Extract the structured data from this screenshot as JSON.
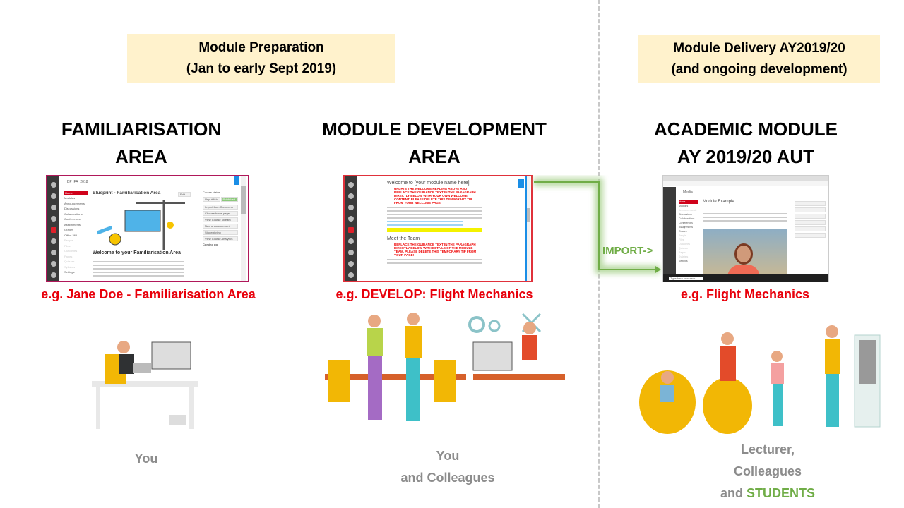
{
  "phases": {
    "preparation": {
      "line1": "Module Preparation",
      "line2": "(Jan to early Sept 2019)"
    },
    "delivery": {
      "line1": "Module Delivery AY2019/20",
      "line2": "(and ongoing development)"
    }
  },
  "columns": [
    {
      "heading1": "FAMILIARISATION",
      "heading2": "AREA",
      "caption": "e.g. Jane Doe - Familiarisation Area",
      "audience": [
        "You"
      ],
      "screenshot": {
        "course_code": "BP_FA_2018",
        "title": "Blueprint - Familiarisation Area",
        "welcome": "Welcome to your Familiarisation Area",
        "menu": [
          "Home",
          "Modules",
          "Announcements",
          "Discussions",
          "Collaborations",
          "Conferences",
          "Assignments",
          "Grades",
          "Office 365",
          "People",
          "Files",
          "Outcomes",
          "Pages",
          "Quizzes",
          "Syllabus",
          "Settings"
        ],
        "sidebar": [
          "Import from Commons",
          "Choose home page",
          "View Course Stream",
          "New announcement",
          "Student view",
          "View Course Analytics"
        ],
        "status_label": "Course status",
        "unpublish": "Unpublish",
        "published": "Published",
        "edit": "Edit",
        "coming_up": "Coming up"
      }
    },
    {
      "heading1": "MODULE DEVELOPMENT",
      "heading2": "AREA",
      "caption": "e.g. DEVELOP: Flight Mechanics",
      "audience": [
        "You",
        "and Colleagues"
      ],
      "screenshot": {
        "title": "Welcome to [your module name here]",
        "tip1": "UPDATE THE WELCOME HEADING ABOVE AND REPLACE THE GUIDANCE TEXT IN THE PARAGRAPH DIRECTLY BELOW WITH YOUR OWN WELCOME CONTENT. PLEASE DELETE THIS TEMPORARY TIP FROM YOUR WELCOME PAGE!",
        "section2": "Meet the Team",
        "tip2": "REPLACE THE GUIDANCE TEXT IN THE PARAGRAPH DIRECTLY BELOW WITH DETAILS OF THE MODULE TEAM. PLEASE DELETE THIS TEMPORARY TIP FROM YOUR PAGE!"
      }
    },
    {
      "heading1": "ACADEMIC MODULE",
      "heading2": "AY 2019/20 AUT",
      "caption": "e.g. Flight Mechanics",
      "audience": [
        "Lecturer,",
        "Colleagues",
        "and "
      ],
      "audience_highlight": "STUDENTS",
      "screenshot": {
        "breadcrumb": "Media",
        "title": "Module Example",
        "search": "Type here to search",
        "menu": [
          "Home",
          "Modules",
          "Announcements",
          "Discussions",
          "Collaborations",
          "Conferences",
          "Assignments",
          "Grades",
          "People",
          "Files",
          "Outcomes",
          "Quizzes",
          "Pages",
          "Syllabus",
          "Settings"
        ]
      }
    }
  ],
  "connector": {
    "label": "IMPORT->"
  },
  "colors": {
    "phase_bg": "#fff2cc",
    "caption": "#e8000b",
    "audience": "#8c8c8c",
    "students": "#70ad47",
    "import": "#70ad47",
    "divider": "#c8c8c8"
  }
}
